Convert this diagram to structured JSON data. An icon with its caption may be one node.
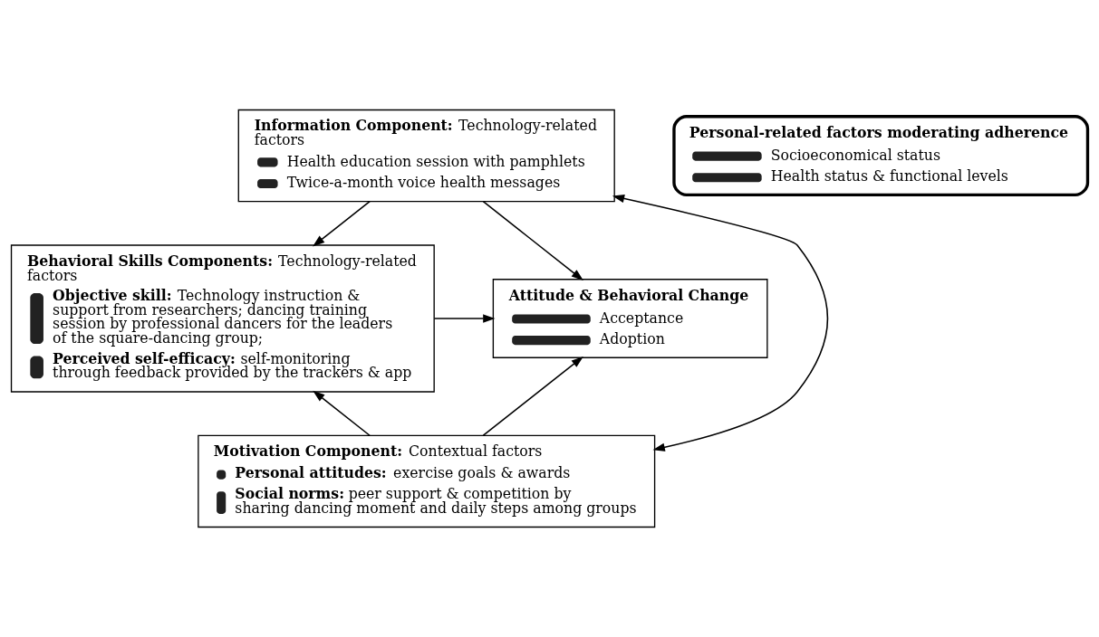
{
  "diagram": {
    "nodes": [
      {
        "text": [
          "**Information Component:** Technology-related factors",
          "Health education session with pamphlets",
          "Twice-a-month voice health messages"
        ]
      },
      {
        "text": [
          "**Behavioral Skills Components:** Technology-related factors",
          "**Objective skill:** Technology instruction & support from researchers; dancing training session by professional dancers for the leaders of the square-dancing group;",
          "**Perceived self-efficacy:** self-monitoring through feedback provided by the trackers & app"
        ]
      },
      {
        "text": [
          "**Motivation Component:** Contextual factors",
          "**Personal attitudes:** exercise goals & awards",
          "**Social norms:** peer support & competition by sharing dancing moment and daily steps among groups"
        ]
      },
      {
        "text": [
          "Attitude & Behavioral Change",
          "Acceptance",
          "Adoption"
        ]
      },
      {
        "text": [
          "Personal-related factors moderating adherence",
          "Socioeconomical status",
          "Health status & functional levels"
        ]
      }
    ],
    "edges": [
      {
        "from": 0,
        "to": 1,
        "arrow": "to"
      },
      {
        "from": 0,
        "to": 3,
        "arrow": "to"
      },
      {
        "from": 1,
        "to": 3,
        "arrow": "to"
      },
      {
        "from": 2,
        "to": 1,
        "arrow": "to"
      },
      {
        "from": 2,
        "to": 3,
        "arrow": "to"
      },
      {
        "from": 0,
        "to": 2,
        "arrow": "both"
      }
    ]
  }
}
